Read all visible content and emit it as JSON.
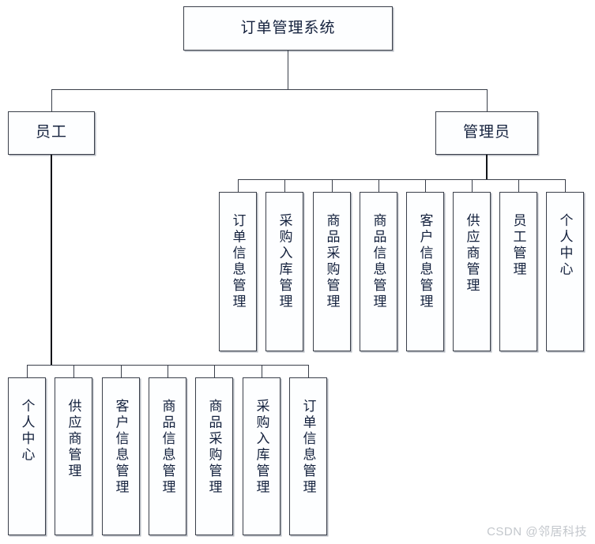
{
  "diagram": {
    "type": "org-chart",
    "title": "订单管理系统",
    "root": {
      "label": "订单管理系统"
    },
    "level2": [
      {
        "label": "员工"
      },
      {
        "label": "管理员"
      }
    ],
    "admin_children": [
      {
        "label": "订单信息管理"
      },
      {
        "label": "采购入库管理"
      },
      {
        "label": "商品采购管理"
      },
      {
        "label": "商品信息管理"
      },
      {
        "label": "客户信息管理"
      },
      {
        "label": "供应商管理"
      },
      {
        "label": "员工管理"
      },
      {
        "label": "个人中心"
      }
    ],
    "employee_children": [
      {
        "label": "个人中心"
      },
      {
        "label": "供应商管理"
      },
      {
        "label": "客户信息管理"
      },
      {
        "label": "商品信息管理"
      },
      {
        "label": "商品采购管理"
      },
      {
        "label": "采购入库管理"
      },
      {
        "label": "订单信息管理"
      }
    ],
    "colors": {
      "box_border": "#3a3f4a",
      "box_fill": "#fdfeff",
      "text": "#14213d",
      "connector": "#3a3f4a",
      "watermark": "#c3c7cc"
    }
  },
  "watermark": {
    "text": "CSDN @邻居科技"
  }
}
